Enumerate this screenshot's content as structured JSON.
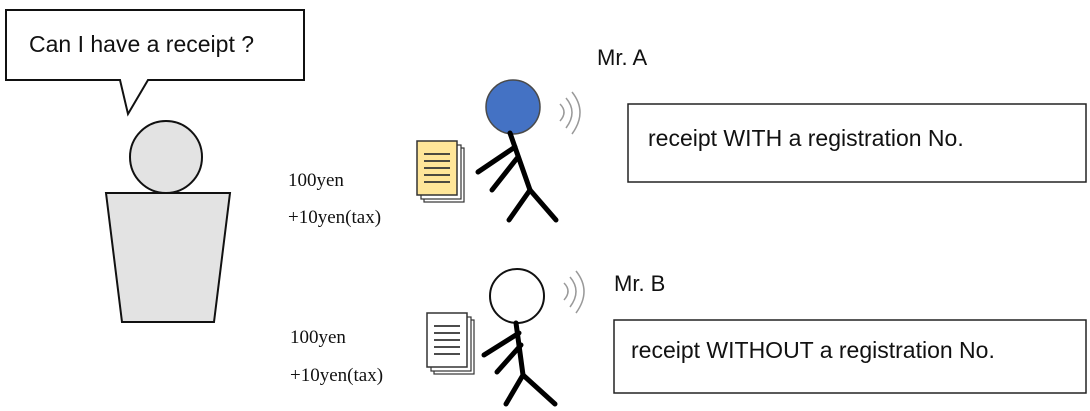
{
  "customer": {
    "speech": "Can I have a receipt ?"
  },
  "merchant_a": {
    "name": "Mr. A",
    "head_color": "#4472c4",
    "document_color": "#ffe699",
    "price": "100yen",
    "tax": "+10yen(tax)",
    "receipt": "receipt WITH a registration No."
  },
  "merchant_b": {
    "name": "Mr. B",
    "head_color": "#ffffff",
    "document_color": "#ffffff",
    "price": "100yen",
    "tax": "+10yen(tax)",
    "receipt": "receipt WITHOUT a registration No."
  }
}
